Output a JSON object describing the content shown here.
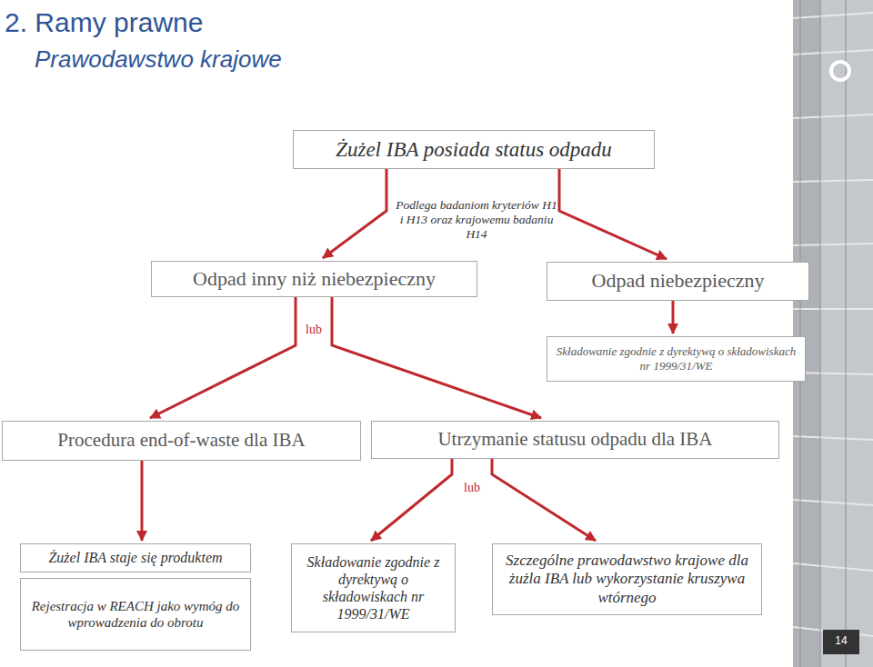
{
  "diagram": {
    "title": "2. Ramy prawne",
    "nodes": [
      {
        "text": [
          "Żużel IBA posiada status odpadu"
        ]
      },
      {
        "text": [
          "Odpad inny niż niebezpieczny"
        ]
      },
      {
        "text": [
          "Odpad niebezpieczny"
        ]
      },
      {
        "text": [
          "Składowanie zgodnie z dyrektywą o składowiskach nr 1999/31/WE"
        ]
      },
      {
        "text": [
          "Procedura end-of-waste dla IBA"
        ]
      },
      {
        "text": [
          "Utrzymanie statusu odpadu dla IBA"
        ]
      },
      {
        "text": [
          "Żużel IBA staje się produktem"
        ]
      },
      {
        "text": [
          "Rejestracja w REACH jako wymóg do wprowadzenia do obrotu"
        ]
      },
      {
        "text": [
          "Składowanie zgodnie z dyrektywą o składowiskach nr 1999/31/WE"
        ]
      },
      {
        "text": [
          "Szczególne prawodawstwo krajowe dla żużla IBA lub wykorzystanie kruszywa wtórnego"
        ]
      }
    ],
    "edges": [
      {
        "from": 0,
        "to": 1,
        "arrow": "to"
      },
      {
        "from": 0,
        "to": 2,
        "arrow": "to"
      },
      {
        "from": 2,
        "to": 3,
        "arrow": "to"
      },
      {
        "from": 1,
        "to": 4,
        "arrow": "to"
      },
      {
        "from": 1,
        "to": 5,
        "arrow": "to"
      },
      {
        "from": 4,
        "to": 6,
        "arrow": "to"
      },
      {
        "from": 5,
        "to": 8,
        "arrow": "to"
      },
      {
        "from": 5,
        "to": 9,
        "arrow": "to"
      }
    ],
    "labels": [
      "Prawodawstwo krajowe",
      "Podlega badaniom kryteriów H1 i H13 oraz krajowemu badaniu H14",
      "lub",
      "lub",
      "14"
    ]
  }
}
